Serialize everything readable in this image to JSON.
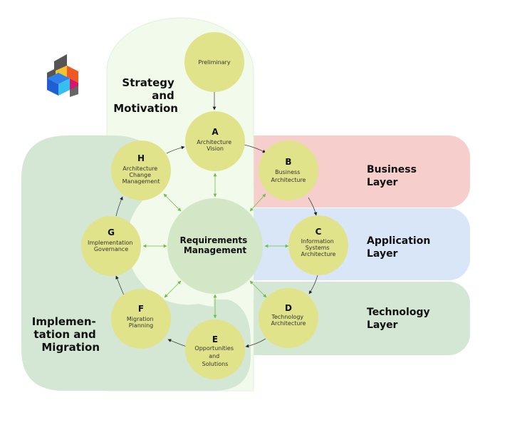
{
  "diagram": {
    "title": "TOGAF Architecture Development Method",
    "colors": {
      "phase_fill": "#e1e38a",
      "center_fill": "#d3e6c5",
      "strategy_bg": "#f2fbeb",
      "implementation_bg": "#d4e6d4",
      "business_layer": "#f6cfcc",
      "application_layer": "#d8e6f7",
      "technology_layer": "#d4e6d4",
      "green_arrow": "#6bbf45",
      "black_arrow": "#333333"
    },
    "regions": {
      "strategy": {
        "lines": [
          "Strategy",
          "and",
          "Motivation"
        ]
      },
      "implementation": {
        "lines": [
          "Implemen-",
          "tation and",
          "Migration"
        ]
      },
      "business": {
        "lines": [
          "Business",
          "Layer"
        ]
      },
      "application": {
        "lines": [
          "Application",
          "Layer"
        ]
      },
      "technology": {
        "lines": [
          "Technology",
          "Layer"
        ]
      }
    },
    "center": {
      "lines": [
        "Requirements",
        "Management"
      ]
    },
    "phases": {
      "preliminary": {
        "letter": "",
        "lines": [
          "Preliminary"
        ]
      },
      "a": {
        "letter": "A",
        "lines": [
          "Architecture",
          "Vision"
        ]
      },
      "b": {
        "letter": "B",
        "lines": [
          "Business",
          "Architecture"
        ]
      },
      "c": {
        "letter": "C",
        "lines": [
          "Information",
          "Systems",
          "Architecture"
        ]
      },
      "d": {
        "letter": "D",
        "lines": [
          "Technology",
          "Architecture"
        ]
      },
      "e": {
        "letter": "E",
        "lines": [
          "Opportunities",
          "and",
          "Solutions"
        ]
      },
      "f": {
        "letter": "F",
        "lines": [
          "Migration",
          "Planning"
        ]
      },
      "g": {
        "letter": "G",
        "lines": [
          "Implementation",
          "Governance"
        ]
      },
      "h": {
        "letter": "H",
        "lines": [
          "Architecture",
          "Change",
          "Management"
        ]
      }
    },
    "cycle_order": [
      "preliminary",
      "a",
      "b",
      "c",
      "d",
      "e",
      "f",
      "g",
      "h",
      "a"
    ],
    "logo": {
      "name": "multicolor-cube-logo"
    }
  }
}
